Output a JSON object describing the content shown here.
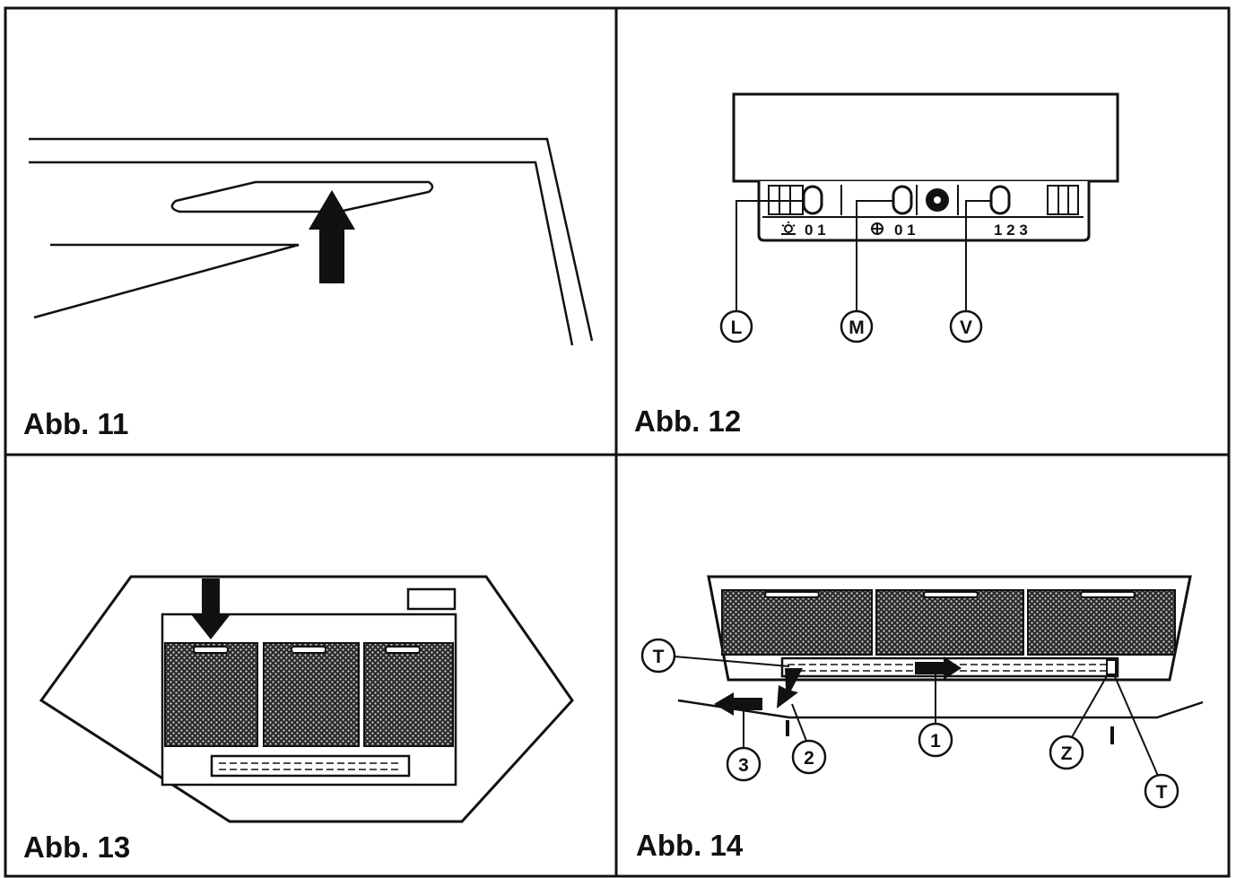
{
  "panels": {
    "p11": {
      "caption": "Abb. 11"
    },
    "p12": {
      "caption": "Abb. 12",
      "switch_light": "0 1",
      "switch_motor": "0 1",
      "switch_speed": "1 2 3",
      "callout_l": "L",
      "callout_m": "M",
      "callout_v": "V"
    },
    "p13": {
      "caption": "Abb. 13"
    },
    "p14": {
      "caption": "Abb. 14",
      "callout_t_left": "T",
      "callout_1": "1",
      "callout_2": "2",
      "callout_3": "3",
      "callout_z": "Z",
      "callout_t_right": "T"
    }
  },
  "colors": {
    "ink": "#111111",
    "paper": "#ffffff"
  },
  "icons": [
    "lamp-icon",
    "fan-icon",
    "arrow-up-icon",
    "arrow-down-icon",
    "arrow-left-icon",
    "arrow-right-icon"
  ]
}
